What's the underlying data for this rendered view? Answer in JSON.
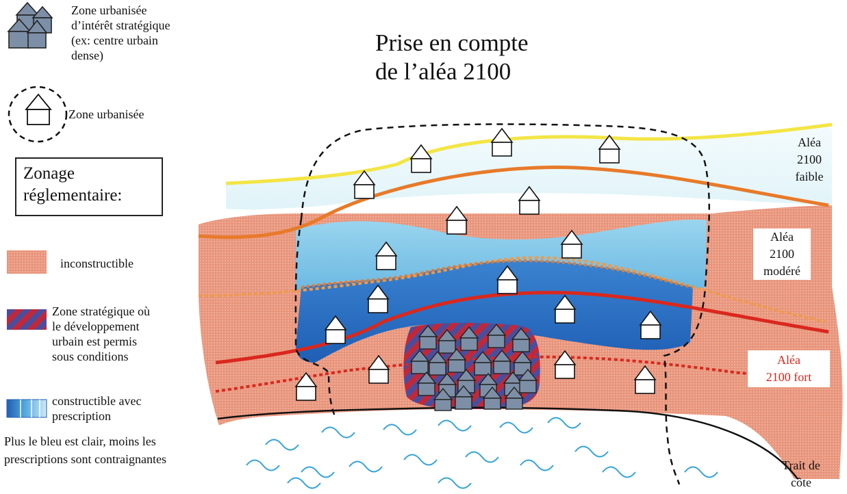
{
  "title": {
    "line1": "Prise en compte",
    "line2": "de l’aléa 2100"
  },
  "legend": {
    "zone_strat": [
      "Zone urbanisée",
      "d’intérêt stratégique",
      "(ex: centre urbain",
      "dense)"
    ],
    "zone_urb": "Zone urbanisée",
    "zonage_title": [
      "Zonage",
      "réglementaire:"
    ],
    "inconstructible": "inconstructible",
    "zone_cond": [
      "Zone stratégique où",
      "le développement",
      "urbain est permis",
      "sous conditions"
    ],
    "constructible": [
      "constructible avec",
      "prescription"
    ],
    "note": [
      "Plus le bleu est clair, moins les",
      "prescriptions sont contraignantes"
    ]
  },
  "alea_labels": {
    "faible": [
      "Aléa",
      "2100",
      "faible"
    ],
    "modere": [
      "Aléa",
      "2100",
      "modéré"
    ],
    "fort": [
      "Aléa",
      "2100 fort"
    ]
  },
  "coast_label": [
    "Trait de",
    "côte"
  ],
  "colors": {
    "salmon": "#e58c73",
    "salmon_dots": "#f2b29e",
    "blue_light": "#e8f7fb",
    "blue_mid": "#86cbe8",
    "blue_dark": "#2a6fc4",
    "yellow_line": "#f3e545",
    "orange_line": "#e77a2a",
    "red_line": "#d9281e",
    "hatch_red": "#c0283a",
    "hatch_blue": "#4a4a9a",
    "house_grey": "#7d8fa6",
    "water": "#3aa4d8"
  }
}
